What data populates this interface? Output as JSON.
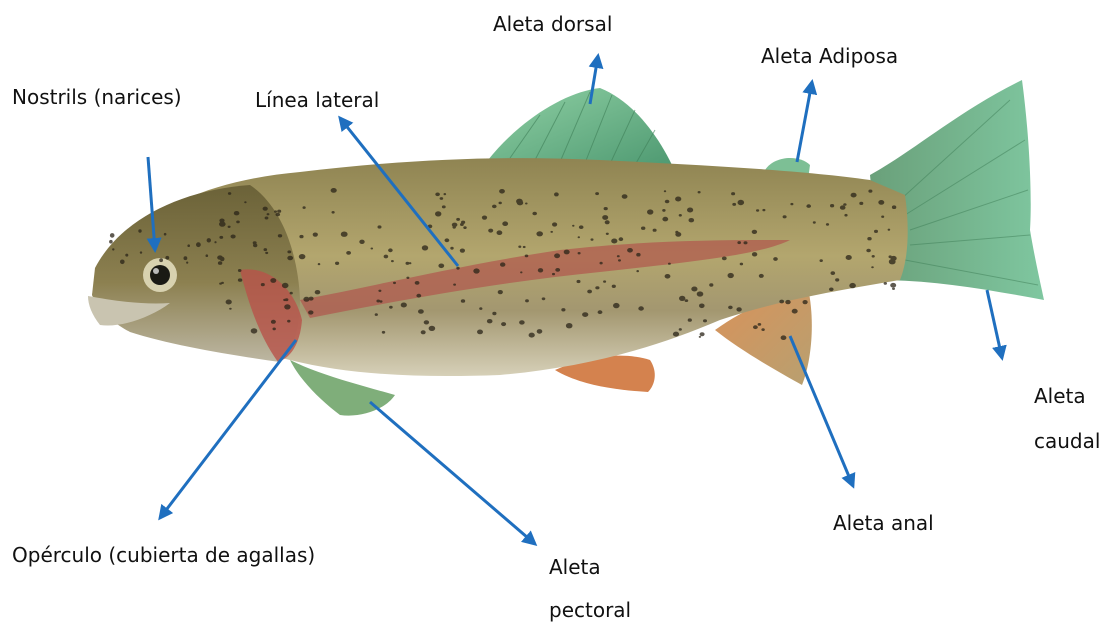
{
  "labels": {
    "aleta_dorsal": "Aleta dorsal",
    "aleta_adiposa": "Aleta Adiposa",
    "nostrils": "Nostrils (narices)",
    "linea_lateral": "Línea lateral",
    "aleta_caudal_line1": "Aleta",
    "aleta_caudal_line2": "caudal",
    "aleta_anal": "Aleta anal",
    "operculo": "Opérculo (cubierta de agallas)",
    "aleta_pectoral_line1": "Aleta",
    "aleta_pectoral_line2": "pectoral"
  },
  "colors": {
    "arrow": "#1f6fbf",
    "body": "#a89a62",
    "fin": "#6fb88e",
    "lateral_band": "#b0504a",
    "head": "#7a7046",
    "belly": "#d9d2b4",
    "spot": "#2a2418"
  }
}
